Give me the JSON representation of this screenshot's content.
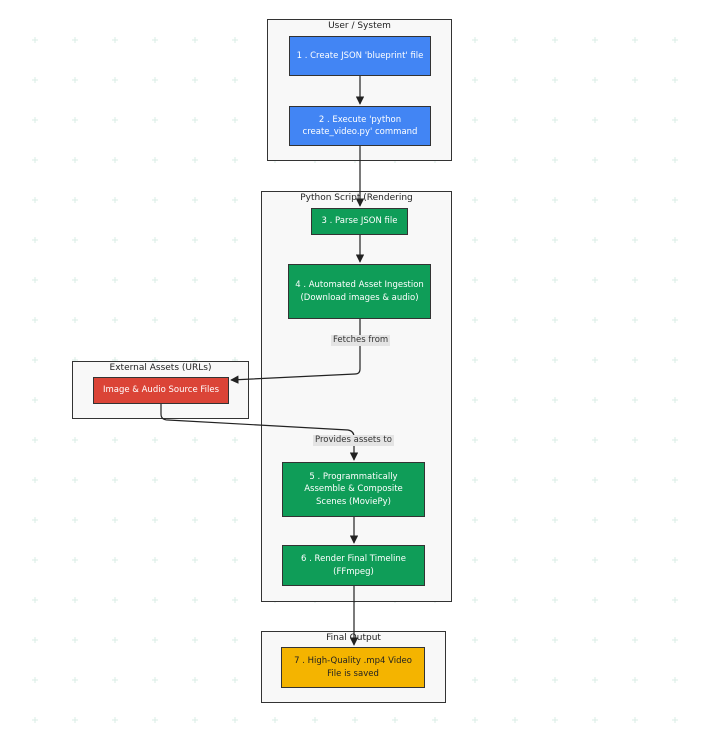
{
  "colors": {
    "blue": "#4285F4",
    "green": "#0F9D58",
    "red": "#DB4437",
    "yellow": "#F4B400",
    "grid_plus": "#d8eee6"
  },
  "groups": {
    "user_system": "User / System",
    "python_script": "Python Script (Rendering",
    "external_assets": "External Assets (URLs)",
    "final_output": "Final Output"
  },
  "nodes": {
    "step1": "1 . Create JSON 'blueprint' file",
    "step2": "2 . Execute 'python create_video.py' command",
    "step3": "3 . Parse JSON file",
    "step4": "4 . Automated Asset Ingestion (Download images & audio)",
    "source_files": "Image & Audio Source Files",
    "step5": "5 . Programmatically Assemble & Composite Scenes (MoviePy)",
    "step6": "6 . Render Final Timeline (FFmpeg)",
    "step7": "7 . High-Quality .mp4 Video File is saved"
  },
  "edge_labels": {
    "fetches_from": "Fetches from",
    "provides_assets": "Provides assets to"
  }
}
